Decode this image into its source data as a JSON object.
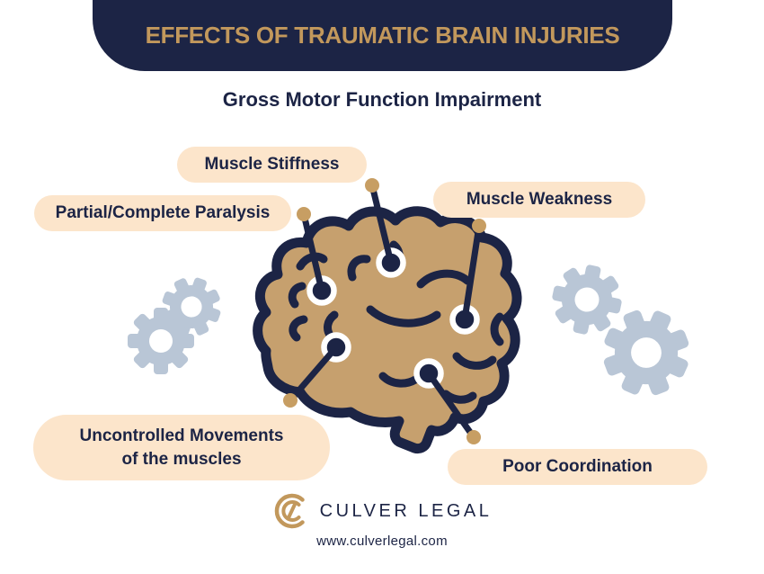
{
  "header": {
    "title": "EFFECTS OF TRAUMATIC BRAIN INJURIES"
  },
  "subtitle": "Gross Motor Function Impairment",
  "callouts": [
    {
      "label": "Muscle Stiffness"
    },
    {
      "label": "Partial/Complete Paralysis"
    },
    {
      "label": "Muscle Weakness"
    },
    {
      "label": "Uncontrolled Movements\nof the muscles"
    },
    {
      "label": "Poor Coordination"
    }
  ],
  "illustration": {
    "icons": [
      "brain-icon",
      "gear-icon",
      "gear-icon",
      "gear-icon",
      "gear-icon"
    ],
    "marker_count": 5
  },
  "footer": {
    "brand": "CULVER LEGAL",
    "website": "www.culverlegal.com",
    "monogram_icon": "culver-legal-cl-monogram-icon"
  },
  "colors": {
    "navy": "#1C2445",
    "gold": "#C2985C",
    "brain-tan": "#C6A06E",
    "dot-tan": "#C79E63",
    "pill-peach": "#FCE5CB",
    "gear-blue": "#B9C6D6",
    "background": "#FFFFFF"
  }
}
